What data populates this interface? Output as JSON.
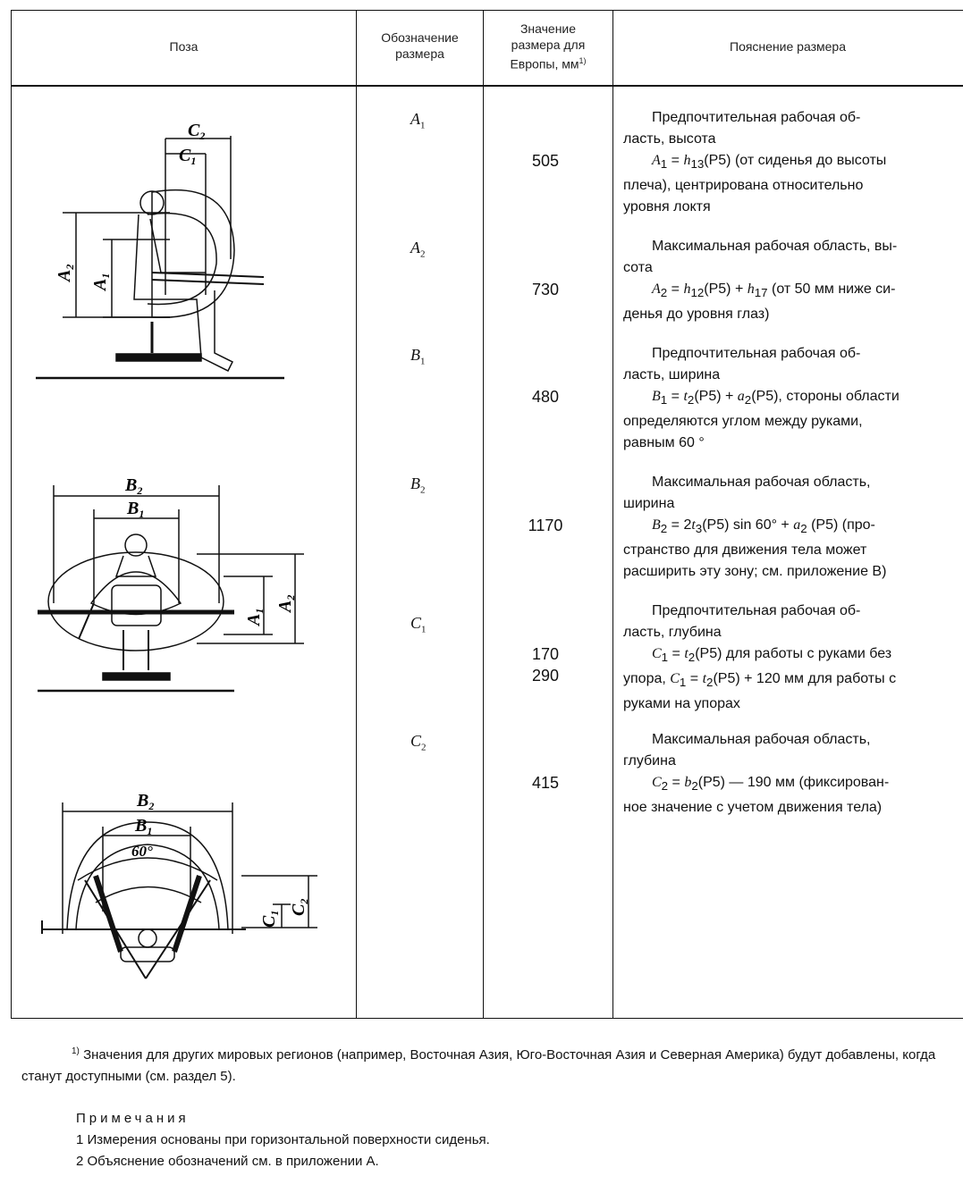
{
  "header": {
    "pose": "Поза",
    "designation_l1": "Обозначение",
    "designation_l2": "размера",
    "value_l1": "Значение",
    "value_l2": "размера для",
    "value_l3": "Европы, мм",
    "value_note": "1)",
    "explanation": "Пояснение размера"
  },
  "rows": [
    {
      "code": "A",
      "sub": "1",
      "value": "505",
      "d1": "Предпочтительная рабочая об-",
      "d2": "ласть, высота",
      "d3a": "A",
      "d3s": "1",
      "d3b": " = ",
      "d3c": "h",
      "d3cs": "13",
      "d3d": "(P5) (от сиденья до высоты",
      "d4": "плеча), центрирована относительно",
      "d5": "уровня локтя"
    },
    {
      "code": "A",
      "sub": "2",
      "value": "730",
      "d1": "Максимальная рабочая область, вы-",
      "d2": "сота",
      "d3a": "A",
      "d3s": "2",
      "d3b": " = ",
      "d3c": "h",
      "d3cs": "12",
      "d3d": "(P5) + ",
      "d3e": "h",
      "d3es": "17",
      "d3f": " (от 50 мм ниже си-",
      "d4": "денья до уровня глаз)"
    },
    {
      "code": "B",
      "sub": "1",
      "value": "480",
      "d1": "Предпочтительная рабочая об-",
      "d2": "ласть, ширина",
      "d3a": "B",
      "d3s": "1",
      "d3b": " = ",
      "d3c": "t",
      "d3cs": "2",
      "d3d": "(P5) + ",
      "d3e": "a",
      "d3es": "2",
      "d3f": "(P5), стороны области",
      "d4": "определяются углом между руками,",
      "d5": "равным 60 °"
    },
    {
      "code": "B",
      "sub": "2",
      "value": "1170",
      "d1": "Максимальная рабочая область,",
      "d2": "ширина",
      "d3a": "B",
      "d3s": "2",
      "d3b": " = 2",
      "d3c": "t",
      "d3cs": "3",
      "d3d": "(P5) sin 60° + ",
      "d3e": "a",
      "d3es": "2",
      "d3f": " (P5) (про-",
      "d4": "странство для движения тела может",
      "d5": "расширить эту зону; см. приложение В)"
    },
    {
      "code": "C",
      "sub": "1",
      "value": "170",
      "value2": "290",
      "d1": "Предпочтительная рабочая об-",
      "d2": "ласть, глубина",
      "d3a": "C",
      "d3s": "1",
      "d3b": " = ",
      "d3c": "t",
      "d3cs": "2",
      "d3d": "(P5) для работы с руками без",
      "d4a": "упора, ",
      "d4b": "C",
      "d4bs": "1",
      "d4c": " = ",
      "d4d": "t",
      "d4ds": "2",
      "d4e": "(P5) + 120 мм для работы с",
      "d5": "руками на упорах"
    },
    {
      "code": "C",
      "sub": "2",
      "value": "415",
      "d1": "Максимальная рабочая область,",
      "d2": "глубина",
      "d3a": "C",
      "d3s": "2",
      "d3b": " = ",
      "d3c": "b",
      "d3cs": "2",
      "d3d": "(P5) — 190 мм (фиксирован-",
      "d4": "ное значение с учетом движения тела)"
    }
  ],
  "figure_labels": {
    "c2": "C",
    "c2s": "2",
    "c1": "C",
    "c1s": "1",
    "a2": "A",
    "a2s": "2",
    "a1": "A",
    "a1s": "1",
    "b2": "B",
    "b2s": "2",
    "b1": "B",
    "b1s": "1",
    "angle": "60°"
  },
  "footnote": {
    "mark": "1)",
    "text": " Значения для других мировых регионов (например, Восточная Азия, Юго-Восточная Азия и Северная Америка) будут добавлены, когда станут доступными (см. раздел 5)."
  },
  "notes": {
    "title": "Примечания",
    "n1": "1 Измерения основаны при горизонтальной поверхности сиденья.",
    "n2": "2 Объяснение обозначений см. в приложении А."
  }
}
